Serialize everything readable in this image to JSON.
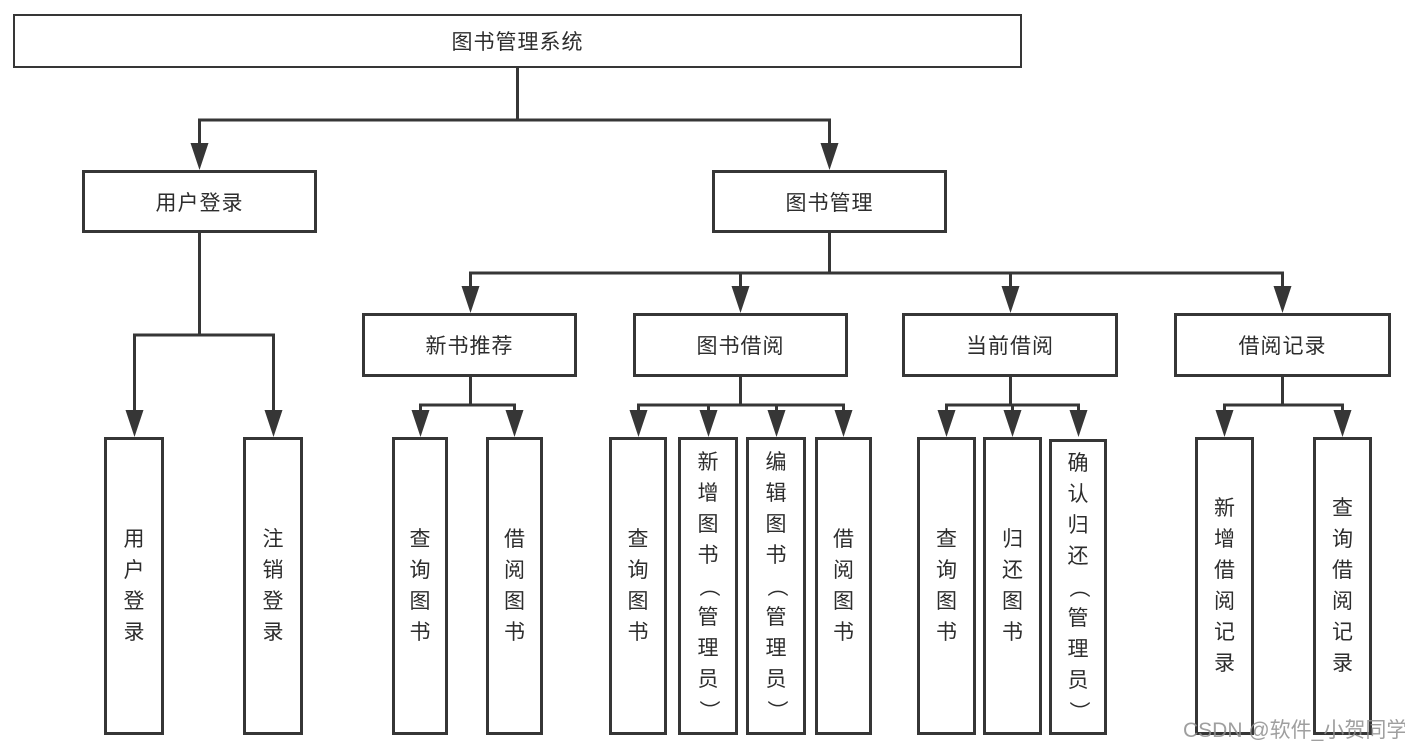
{
  "colors": {
    "line": "#363636",
    "box_border": "#363636",
    "box_background": "#ffffff",
    "text": "#2d2d2d",
    "watermark_text": "#8f8f8f"
  },
  "watermark": {
    "text": "CSDN @软件_小贺同学"
  },
  "tree": {
    "root": {
      "label": "图书管理系统"
    },
    "branches": [
      {
        "label": "用户登录",
        "children": [
          {
            "label": "用户登录"
          },
          {
            "label": "注销登录"
          }
        ]
      },
      {
        "label": "图书管理",
        "children": [
          {
            "label": "新书推荐",
            "children": [
              {
                "label": "查询图书"
              },
              {
                "label": "借阅图书"
              }
            ]
          },
          {
            "label": "图书借阅",
            "children": [
              {
                "label": "查询图书"
              },
              {
                "label": "新增图书（管理员）"
              },
              {
                "label": "编辑图书（管理员）"
              },
              {
                "label": "借阅图书"
              }
            ]
          },
          {
            "label": "当前借阅",
            "children": [
              {
                "label": "查询图书"
              },
              {
                "label": "归还图书"
              },
              {
                "label": "确认归还（管理员）"
              }
            ]
          },
          {
            "label": "借阅记录",
            "children": [
              {
                "label": "新增借阅记录"
              },
              {
                "label": "查询借阅记录"
              }
            ]
          }
        ]
      }
    ]
  }
}
